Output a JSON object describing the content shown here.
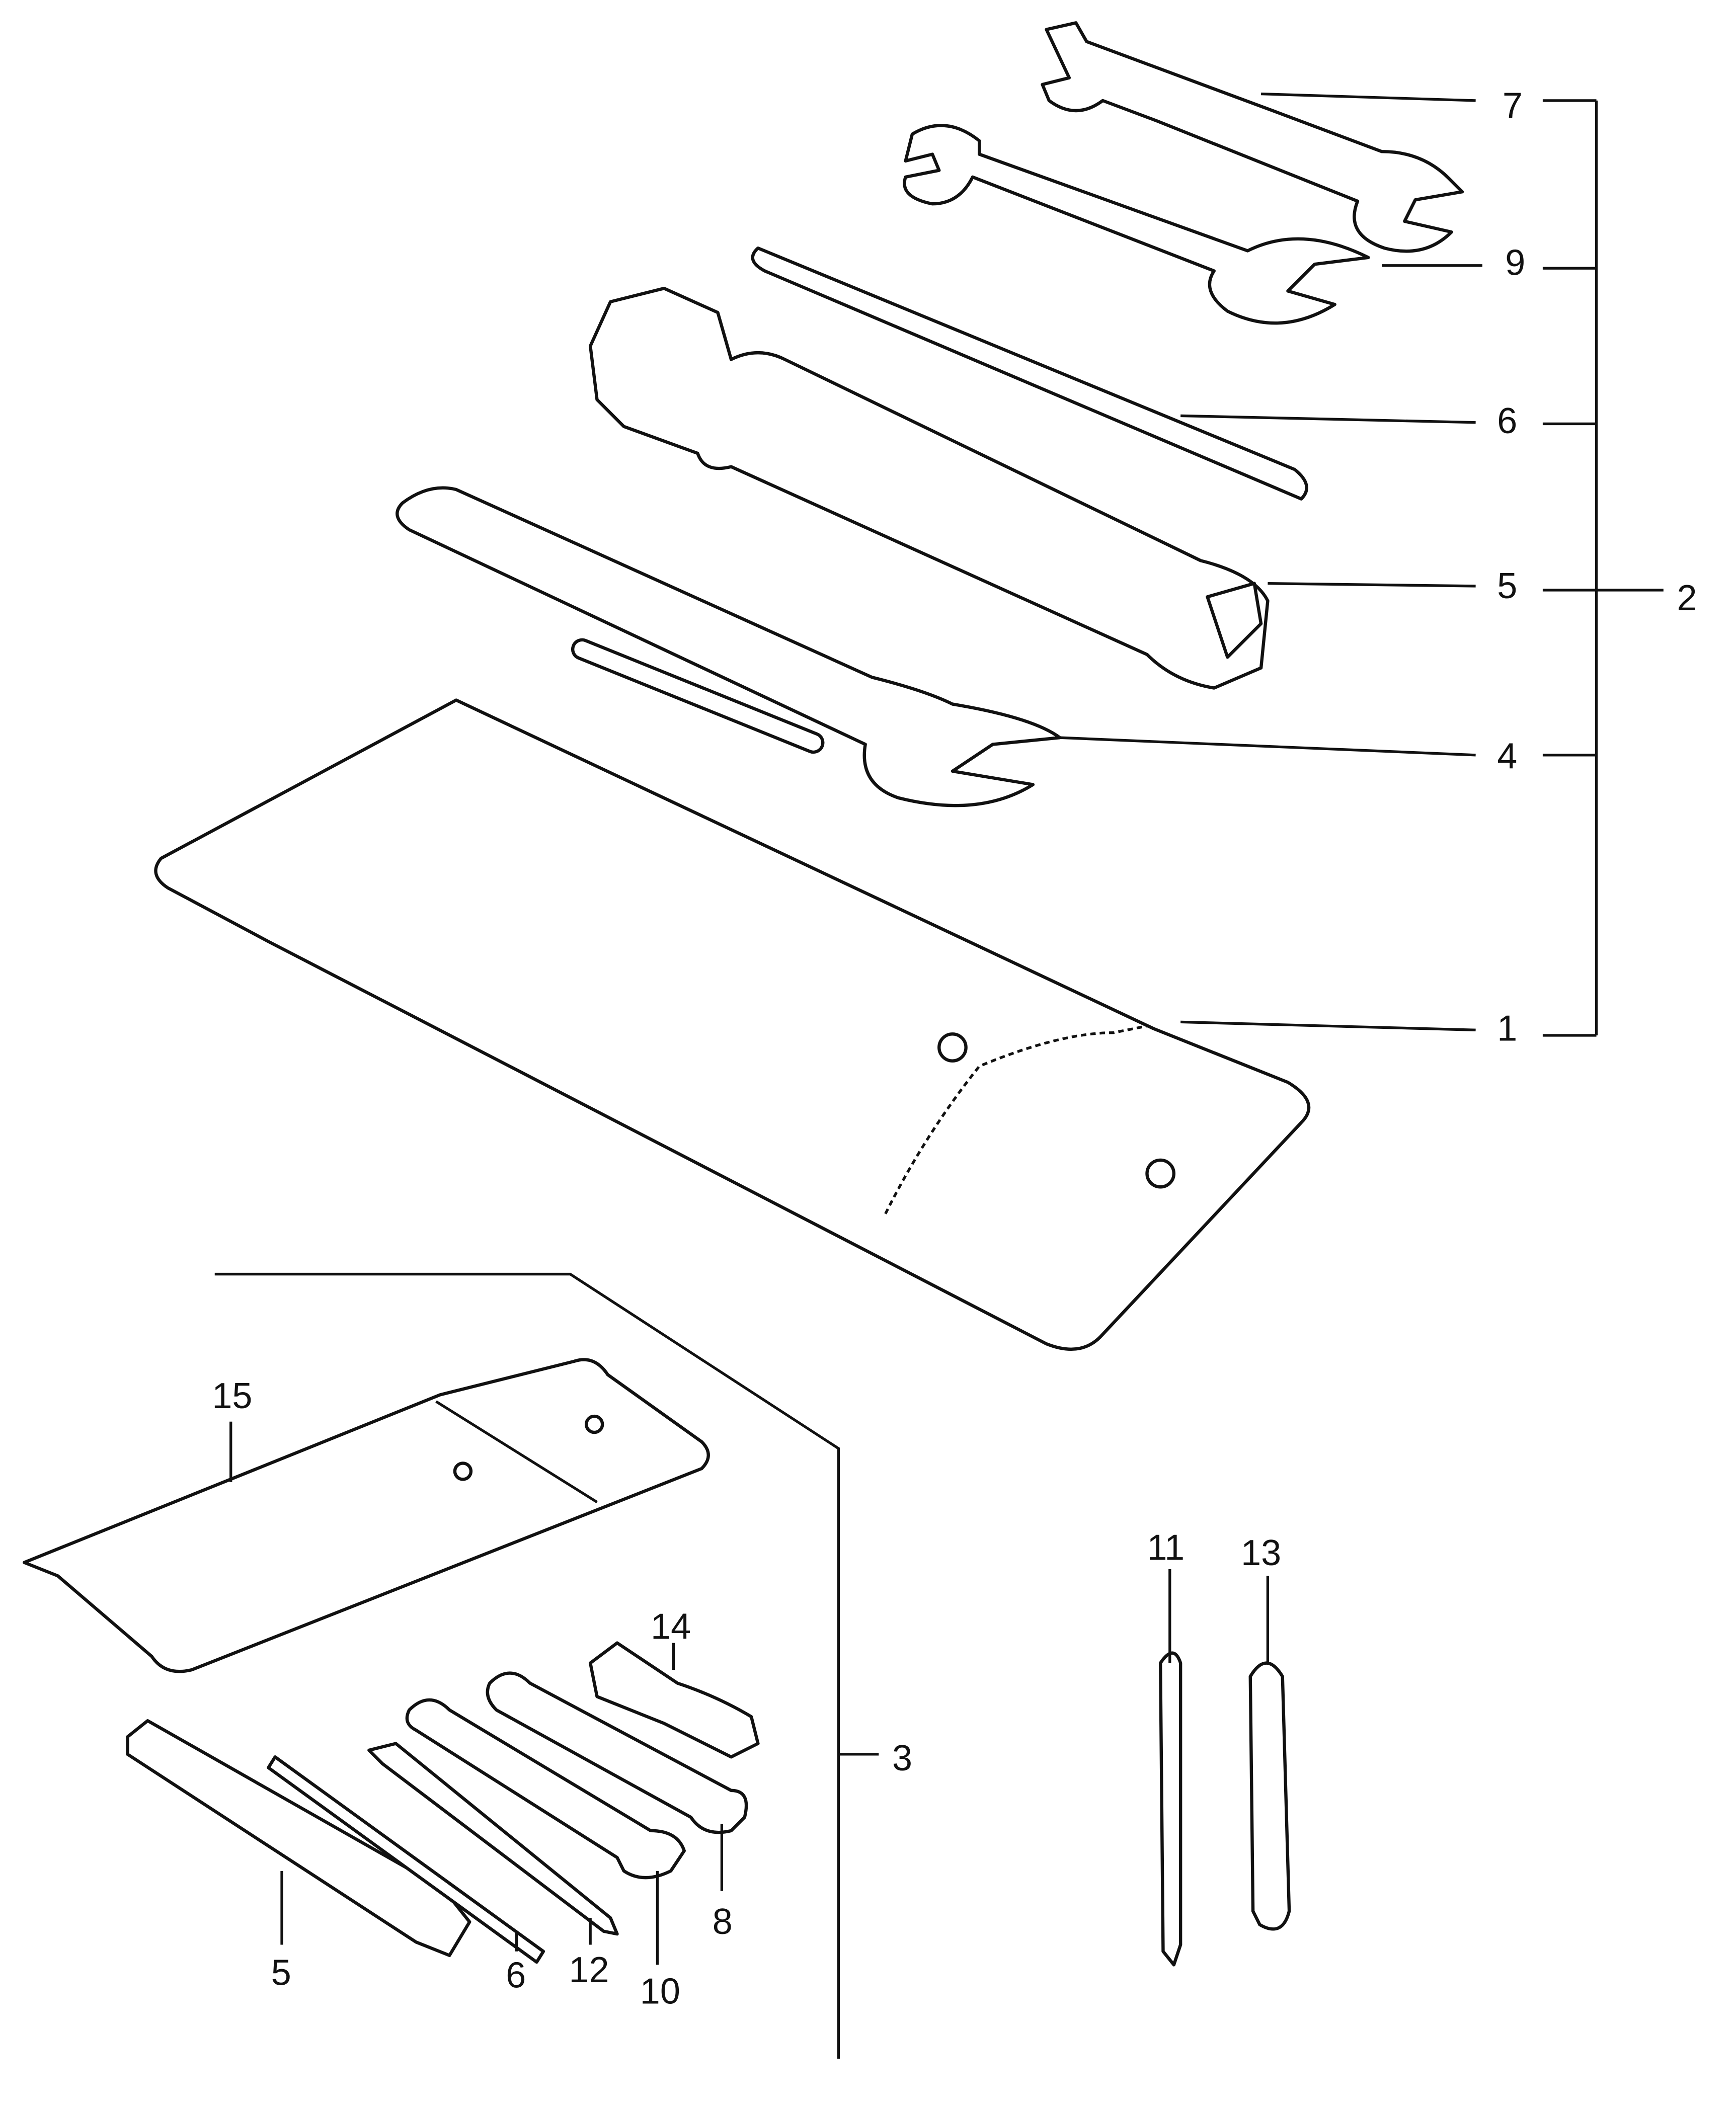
{
  "diagram": {
    "callouts": {
      "c7": "7",
      "c9": "9",
      "c6": "6",
      "c5": "5",
      "c2": "2",
      "c4": "4",
      "c1": "1",
      "c3": "3",
      "c15": "15",
      "c14": "14",
      "c11": "11",
      "c13": "13",
      "c5b": "5",
      "c6b": "6",
      "c12": "12",
      "c10": "10",
      "c8": "8"
    }
  }
}
